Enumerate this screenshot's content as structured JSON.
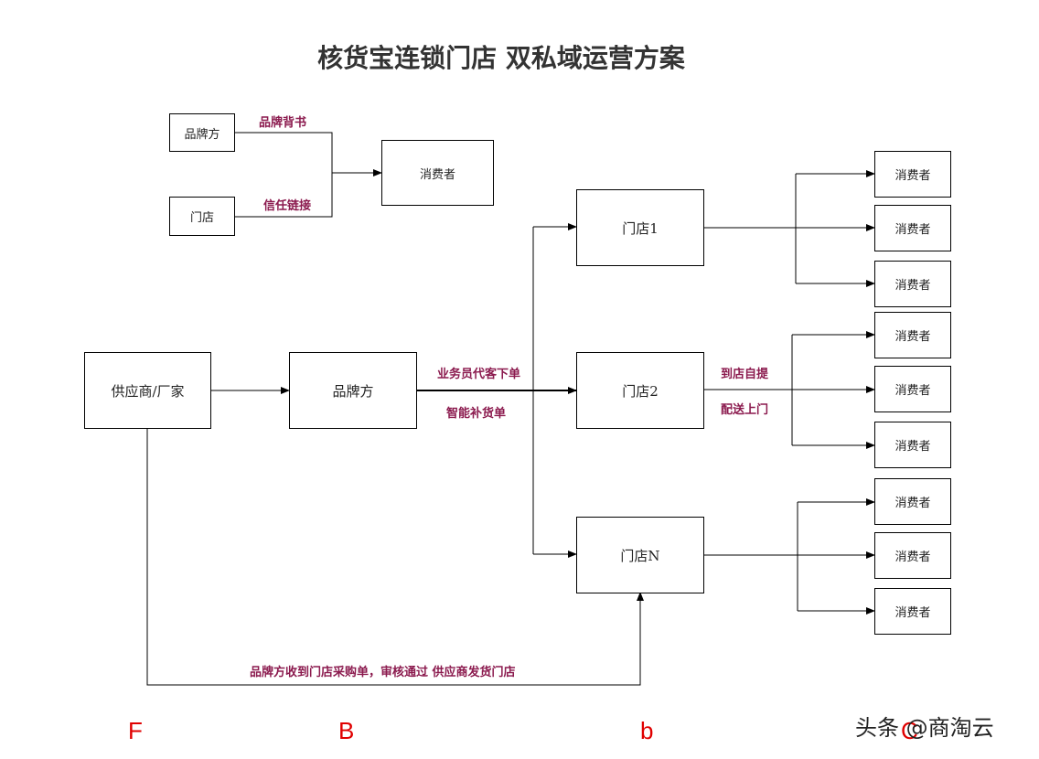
{
  "title": "核货宝连锁门店 双私域运营方案",
  "top": {
    "brand": "品牌方",
    "store": "门店",
    "consumer": "消费者",
    "label_brand": "品牌背书",
    "label_store": "信任链接"
  },
  "flow": {
    "supplier": "供应商/厂家",
    "brand": "品牌方",
    "store1": "门店1",
    "store2": "门店2",
    "storeN": "门店N",
    "label_order": "业务员代客下单",
    "label_restock": "智能补货单",
    "label_pickup": "到店自提",
    "label_delivery": "配送上门",
    "label_bottom": "品牌方收到门店采购单，审核通过 供应商发货门店"
  },
  "consumers": [
    "消费者",
    "消费者",
    "消费者",
    "消费者",
    "消费者",
    "消费者",
    "消费者",
    "消费者",
    "消费者"
  ],
  "letters": [
    "F",
    "B",
    "b",
    "C"
  ],
  "watermark": "头条 @商淘云"
}
